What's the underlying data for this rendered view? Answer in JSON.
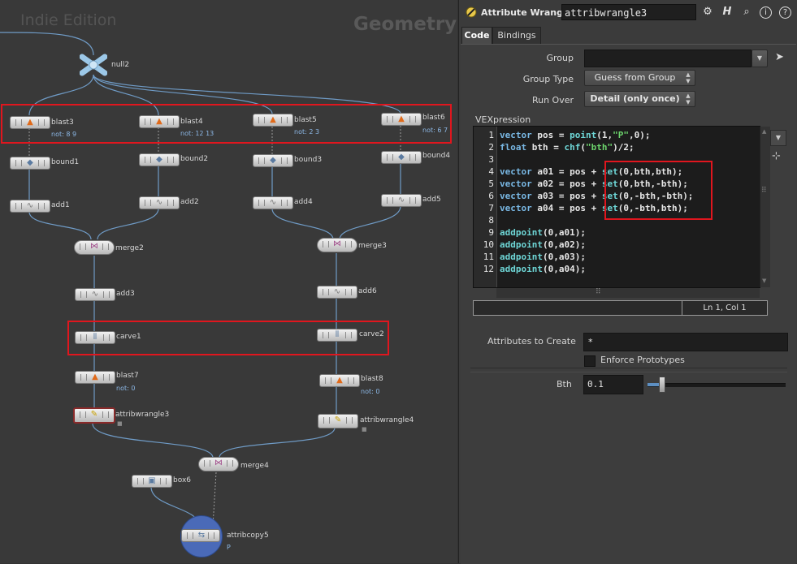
{
  "network": {
    "watermark_left": "Indie Edition",
    "watermark_right": "Geometry",
    "nodes": {
      "null2": {
        "label": "null2"
      },
      "blast3": {
        "label": "blast3",
        "sub": "not: 8 9"
      },
      "blast4": {
        "label": "blast4",
        "sub": "not: 12 13"
      },
      "blast5": {
        "label": "blast5",
        "sub": "not: 2 3"
      },
      "blast6": {
        "label": "blast6",
        "sub": "not: 6 7"
      },
      "bound1": {
        "label": "bound1"
      },
      "bound2": {
        "label": "bound2"
      },
      "bound3": {
        "label": "bound3"
      },
      "bound4": {
        "label": "bound4"
      },
      "add1": {
        "label": "add1"
      },
      "add2": {
        "label": "add2"
      },
      "add4": {
        "label": "add4"
      },
      "add5": {
        "label": "add5"
      },
      "merge2": {
        "label": "merge2"
      },
      "merge3": {
        "label": "merge3"
      },
      "add3": {
        "label": "add3"
      },
      "add6": {
        "label": "add6"
      },
      "carve1": {
        "label": "carve1"
      },
      "carve2": {
        "label": "carve2"
      },
      "blast7": {
        "label": "blast7",
        "sub": "not: 0"
      },
      "blast8": {
        "label": "blast8",
        "sub": "not: 0"
      },
      "attribwrangle3": {
        "label": "attribwrangle3"
      },
      "attribwrangle4": {
        "label": "attribwrangle4"
      },
      "merge4": {
        "label": "merge4"
      },
      "box6": {
        "label": "box6"
      },
      "attribcopy5": {
        "label": "attribcopy5",
        "sub": "P"
      }
    }
  },
  "params": {
    "node_type": "Attribute Wrangle",
    "node_name": "attribwrangle3",
    "toolbar_icons": [
      "gear-icon",
      "help-h-icon",
      "search-icon",
      "info-icon",
      "question-icon"
    ],
    "tabs": [
      "Code",
      "Bindings"
    ],
    "active_tab": "Code",
    "group_label": "Group",
    "group_value": "",
    "group_type_label": "Group Type",
    "group_type_value": "Guess from Group",
    "run_over_label": "Run Over",
    "run_over_value": "Detail (only once)",
    "vexpression_label": "VEXpression",
    "code_lines": [
      {
        "n": "1",
        "text": "vector pos = point(1,\"P\",0);"
      },
      {
        "n": "2",
        "text": "float bth = chf(\"bth\")/2;"
      },
      {
        "n": "3",
        "text": ""
      },
      {
        "n": "4",
        "text": "vector a01 = pos + set(0,bth,bth);"
      },
      {
        "n": "5",
        "text": "vector a02 = pos + set(0,bth,-bth);"
      },
      {
        "n": "6",
        "text": "vector a03 = pos + set(0,-bth,-bth);"
      },
      {
        "n": "7",
        "text": "vector a04 = pos + set(0,-bth,bth);"
      },
      {
        "n": "8",
        "text": ""
      },
      {
        "n": "9",
        "text": "addpoint(0,a01);"
      },
      {
        "n": "10",
        "text": "addpoint(0,a02);"
      },
      {
        "n": "11",
        "text": "addpoint(0,a03);"
      },
      {
        "n": "12",
        "text": "addpoint(0,a04);"
      }
    ],
    "cursor_position": "Ln 1, Col 1",
    "attributes_label": "Attributes to Create",
    "attributes_value": "*",
    "enforce_label": "Enforce Prototypes",
    "enforce_checked": false,
    "bth_label": "Bth",
    "bth_value": "0.1",
    "bth_slider_fraction": 0.1,
    "highlight_color": "#e0161e",
    "accent_color": "#5d8fc2"
  }
}
